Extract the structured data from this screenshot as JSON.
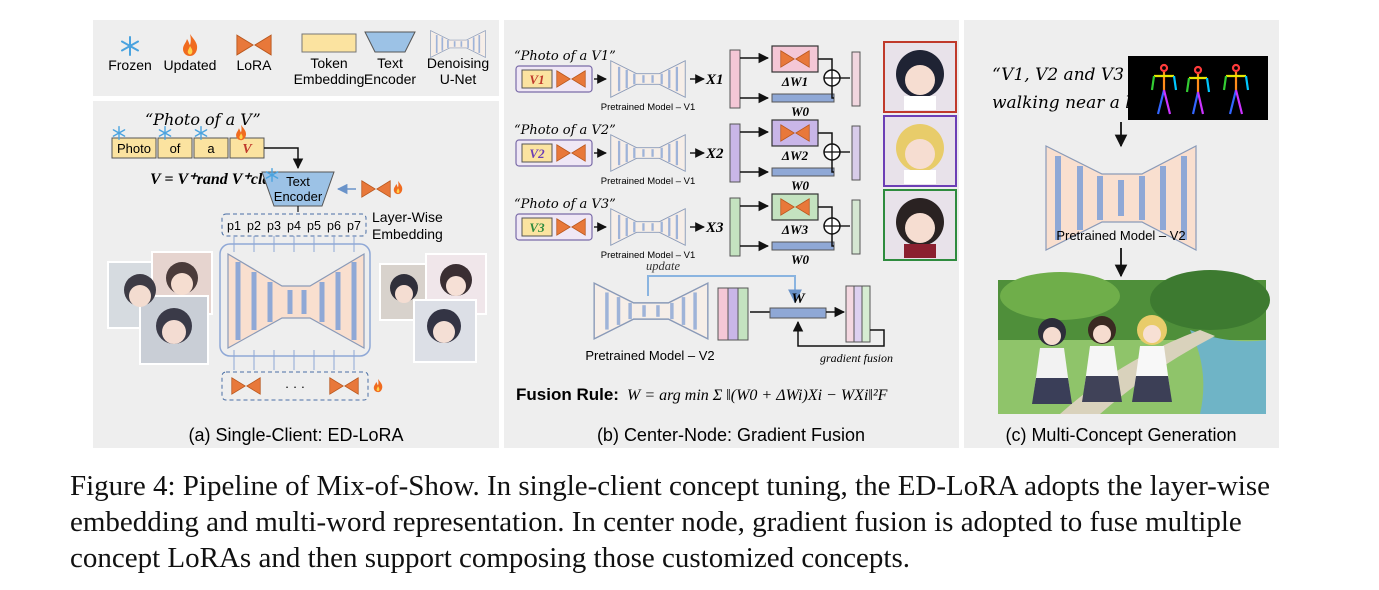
{
  "legend": {
    "frozen": "Frozen",
    "updated": "Updated",
    "lora": "LoRA",
    "token_line1": "Token",
    "token_line2": "Embedding",
    "text_enc_line1": "Text",
    "text_enc_line2": "Encoder",
    "unet_line1": "Denoising",
    "unet_line2": "U-Net"
  },
  "panel_a": {
    "prompt": "“Photo of a V”",
    "tokens": [
      "Photo",
      "of",
      "a",
      "V"
    ],
    "equation": "V = V⁺rand V⁺class",
    "text_encoder_line1": "Text",
    "text_encoder_line2": "Encoder",
    "layer_wise_line1": "Layer-Wise",
    "layer_wise_line2": "Embedding",
    "positions": [
      "p1",
      "p2",
      "p3",
      "p4",
      "p5",
      "p6",
      "p7"
    ],
    "ellipsis": "· · ·",
    "caption": "(a) Single-Client: ED-LoRA"
  },
  "panel_b": {
    "rows": [
      {
        "prompt": "“Photo of a V1”",
        "token": "V1",
        "model": "Pretrained Model – V1",
        "x": "X1",
        "dw": "ΔW1",
        "w0": "W0",
        "color": "#f4c7d6",
        "border": "#c0392b"
      },
      {
        "prompt": "“Photo of a V2”",
        "token": "V2",
        "model": "Pretrained Model – V1",
        "x": "X2",
        "dw": "ΔW2",
        "w0": "W0",
        "color": "#c9b6e8",
        "border": "#6c3fb5"
      },
      {
        "prompt": "“Photo of a V3”",
        "token": "V3",
        "model": "Pretrained Model – V1",
        "x": "X3",
        "dw": "ΔW3",
        "w0": "W0",
        "color": "#c4e3c0",
        "border": "#2e8b3e"
      }
    ],
    "update_label": "update",
    "w_label": "W",
    "model_v2": "Pretrained Model – V2",
    "gradient_fusion": "gradient fusion",
    "fusion_rule_label": "Fusion Rule:",
    "fusion_rule_formula": "W = arg min Σ ‖(W0 + ΔWi)Xi − WXi‖²F",
    "caption": "(b) Center-Node: Gradient Fusion"
  },
  "panel_c": {
    "prompt_line1": "“V1, V2 and V3",
    "prompt_line2": "walking near a lake”",
    "model": "Pretrained Model – V2",
    "caption": "(c) Multi-Concept Generation"
  },
  "figure_caption": "Figure 4: Pipeline of Mix-of-Show. In single-client concept tuning, the ED-LoRA adopts the layer-wise embedding and multi-word representation. In center node, gradient fusion is adopted to fuse multiple concept LoRAs and then support composing those customized concepts.",
  "colors": {
    "panel_bg": "#eeeeee",
    "lora": "#e8783a",
    "token": "#fbe3a0",
    "text_encoder": "#9cc2e6",
    "unet_fill": "#f9dfcf",
    "unet_bar": "#8fa8d6",
    "v1": "#c0392b",
    "v2": "#7b4bb7",
    "v3": "#2e8b3e"
  }
}
